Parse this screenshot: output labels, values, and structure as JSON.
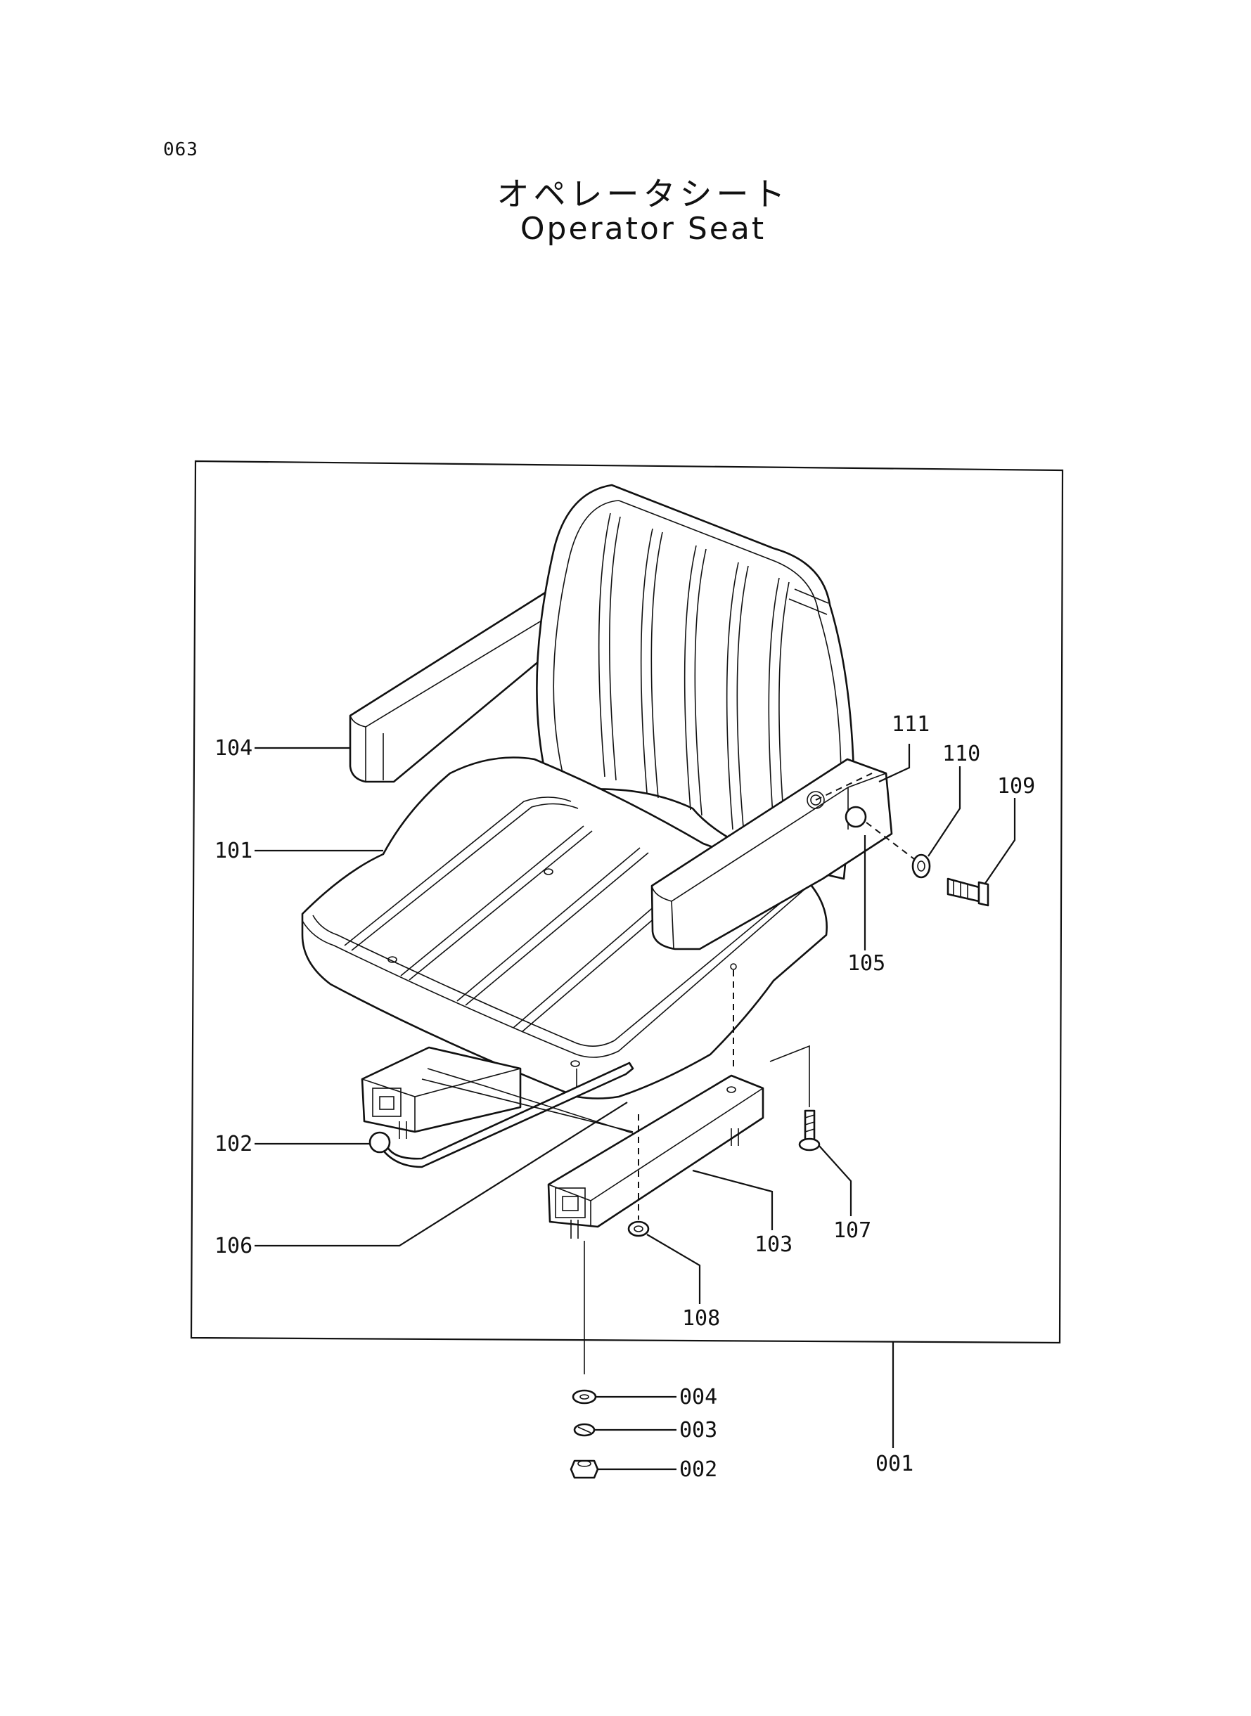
{
  "page_number": "063",
  "title_japanese": "オペレータシート",
  "title_english": "Operator Seat",
  "callouts": {
    "p001": "001",
    "p002": "002",
    "p003": "003",
    "p004": "004",
    "p101": "101",
    "p102": "102",
    "p103": "103",
    "p104": "104",
    "p105": "105",
    "p106": "106",
    "p107": "107",
    "p108": "108",
    "p109": "109",
    "p110": "110",
    "p111": "111"
  }
}
